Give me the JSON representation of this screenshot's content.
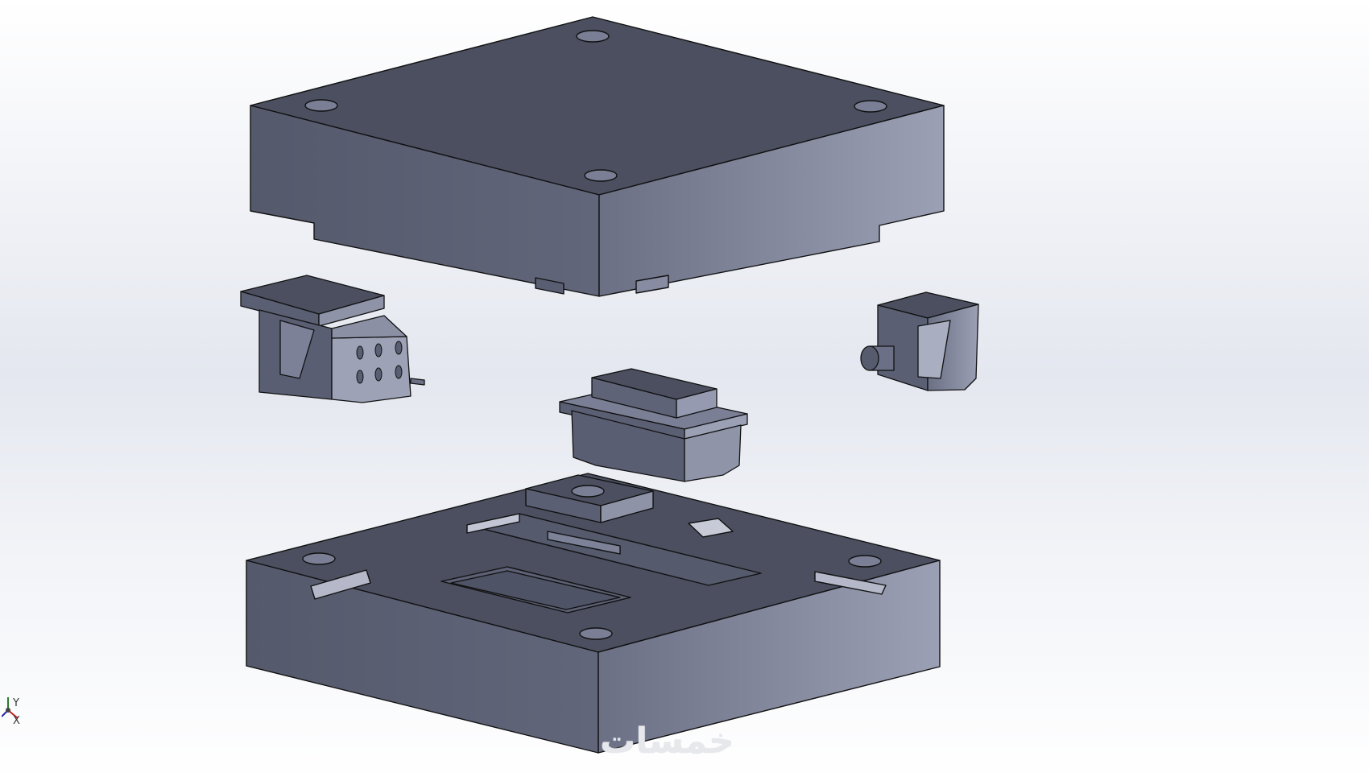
{
  "viewport": {
    "scene": "exploded-mold-assembly",
    "colors": {
      "top_face": "#4a4e5e",
      "front_face": "#5b5f73",
      "side_face": "#8e93a8",
      "edge": "#111111",
      "hole": "#7a7f95",
      "light_face": "#b8bccb"
    }
  },
  "triad": {
    "y_label": "Y",
    "x_label": "X"
  },
  "watermark": {
    "text": "خمسات"
  }
}
